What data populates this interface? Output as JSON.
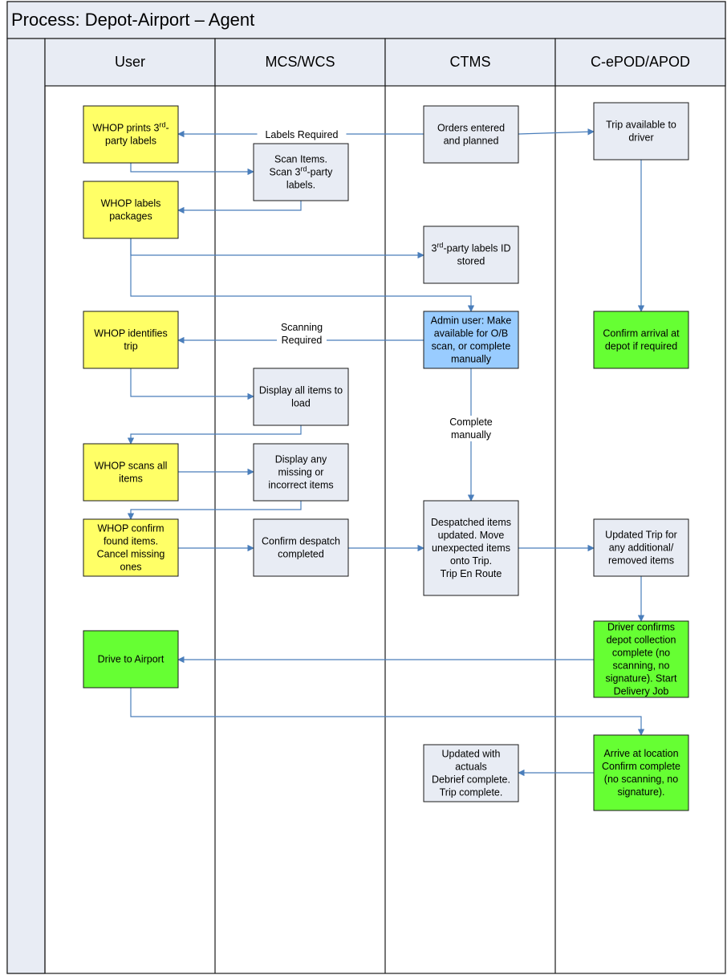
{
  "title": "Process: Depot-Airport – Agent",
  "colors": {
    "frame": "#1a1a1a",
    "header_fill": "#e8ecf4",
    "user_box": "#ffff66",
    "system_box": "#e8ecf4",
    "admin_box": "#99ccff",
    "driver_box": "#66ff33",
    "edge": "#4a7ebb"
  },
  "lanes": [
    {
      "id": "user",
      "label": "User"
    },
    {
      "id": "mcs",
      "label": "MCS/WCS"
    },
    {
      "id": "ctms",
      "label": "CTMS"
    },
    {
      "id": "epod",
      "label": "C-ePOD/APOD"
    }
  ],
  "nodes": [
    {
      "id": "n1",
      "kind": "user",
      "lines": [
        "WHOP prints 3rd-",
        "party labels"
      ]
    },
    {
      "id": "n2",
      "kind": "system",
      "lines": [
        "Orders entered",
        "and planned"
      ]
    },
    {
      "id": "n3",
      "kind": "system",
      "lines": [
        "Trip available to",
        "driver"
      ]
    },
    {
      "id": "n4",
      "kind": "system",
      "lines": [
        "Scan Items.",
        "Scan 3rd-party",
        "labels."
      ]
    },
    {
      "id": "n5",
      "kind": "user",
      "lines": [
        "WHOP labels",
        "packages"
      ]
    },
    {
      "id": "n6",
      "kind": "system",
      "lines": [
        "3rd-party labels ID",
        "stored"
      ]
    },
    {
      "id": "n7",
      "kind": "user",
      "lines": [
        "WHOP identifies",
        "trip"
      ]
    },
    {
      "id": "n8",
      "kind": "admin",
      "lines": [
        "Admin user: Make",
        "available for O/B",
        "scan, or complete",
        "manually"
      ]
    },
    {
      "id": "n9",
      "kind": "driver",
      "lines": [
        "Confirm arrival at",
        "depot if required"
      ]
    },
    {
      "id": "n10",
      "kind": "system",
      "lines": [
        "Display all items to",
        "load"
      ]
    },
    {
      "id": "n11",
      "kind": "user",
      "lines": [
        "WHOP scans all",
        "items"
      ]
    },
    {
      "id": "n12",
      "kind": "system",
      "lines": [
        "Display any",
        "missing or",
        "incorrect items"
      ]
    },
    {
      "id": "n13",
      "kind": "user",
      "lines": [
        "WHOP confirm",
        "found items.",
        "Cancel missing",
        "ones"
      ]
    },
    {
      "id": "n14",
      "kind": "system",
      "lines": [
        "Confirm despatch",
        "completed"
      ]
    },
    {
      "id": "n15",
      "kind": "system",
      "lines": [
        "Despatched items",
        "updated. Move",
        "unexpected items",
        "onto Trip.",
        "Trip En Route"
      ]
    },
    {
      "id": "n16",
      "kind": "system",
      "lines": [
        "Updated Trip for",
        "any additional/",
        "removed items"
      ]
    },
    {
      "id": "n17",
      "kind": "driver",
      "lines": [
        "Driver confirms",
        "depot collection",
        "complete (no",
        "scanning, no",
        "signature). Start",
        "Delivery Job"
      ]
    },
    {
      "id": "n18",
      "kind": "driver",
      "lines": [
        "Drive to Airport"
      ]
    },
    {
      "id": "n19",
      "kind": "driver",
      "lines": [
        "Arrive at location",
        "Confirm complete",
        "(no scanning, no",
        "signature)."
      ]
    },
    {
      "id": "n20",
      "kind": "system",
      "lines": [
        "Updated with",
        "actuals",
        "Debrief complete.",
        "Trip complete."
      ]
    }
  ],
  "edges": [
    {
      "from": "n2",
      "to": "n1",
      "label": [
        "Labels Required"
      ]
    },
    {
      "from": "n2",
      "to": "n3",
      "label": []
    },
    {
      "from": "n1",
      "to": "n4",
      "label": []
    },
    {
      "from": "n4",
      "to": "n5",
      "label": []
    },
    {
      "from": "n5",
      "to": "n6",
      "label": []
    },
    {
      "from": "n5",
      "to": "n8",
      "label": []
    },
    {
      "from": "n3",
      "to": "n9",
      "label": []
    },
    {
      "from": "n8",
      "to": "n7",
      "label": [
        "Scanning",
        "Required"
      ]
    },
    {
      "from": "n7",
      "to": "n10",
      "label": []
    },
    {
      "from": "n10",
      "to": "n11",
      "label": []
    },
    {
      "from": "n11",
      "to": "n12",
      "label": []
    },
    {
      "from": "n12",
      "to": "n13",
      "label": []
    },
    {
      "from": "n8",
      "to": "n15",
      "label": [
        "Complete",
        "manually"
      ]
    },
    {
      "from": "n13",
      "to": "n14",
      "label": []
    },
    {
      "from": "n14",
      "to": "n15",
      "label": []
    },
    {
      "from": "n15",
      "to": "n16",
      "label": []
    },
    {
      "from": "n16",
      "to": "n17",
      "label": []
    },
    {
      "from": "n17",
      "to": "n18",
      "label": []
    },
    {
      "from": "n18",
      "to": "n19",
      "label": []
    },
    {
      "from": "n19",
      "to": "n20",
      "label": []
    }
  ]
}
